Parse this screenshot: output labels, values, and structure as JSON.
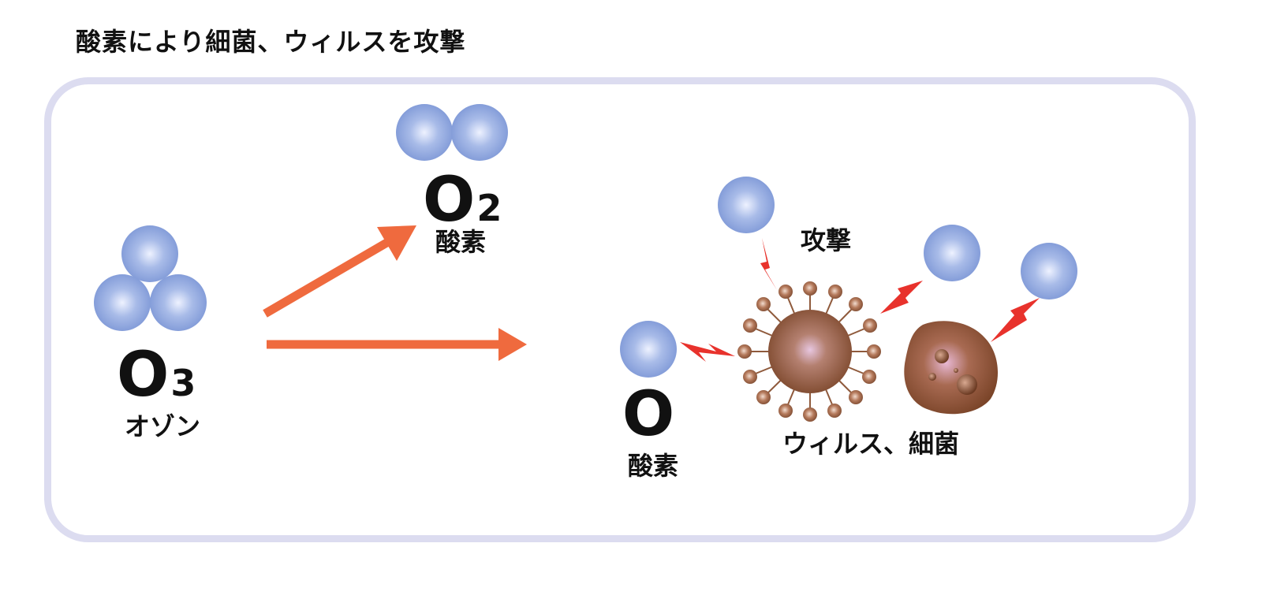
{
  "title": "酸素により細菌、ウィルスを攻撃",
  "ozone": {
    "formula_main": "O",
    "formula_sub": "3",
    "label": "オゾン"
  },
  "oxygen_molecule": {
    "formula_main": "O",
    "formula_sub": "2",
    "label": "酸素"
  },
  "oxygen_atom": {
    "formula": "O",
    "label": "酸素"
  },
  "attack_label": "攻撃",
  "target_label": "ウィルス、細菌",
  "colors": {
    "atom_fill": "#8aa3dc",
    "arrow": "#ef6a3e",
    "bolt": "#e8322c",
    "virus": "#8f5a3c",
    "bacteria": "#8a5232",
    "panel_border": "#dcdcf0"
  }
}
